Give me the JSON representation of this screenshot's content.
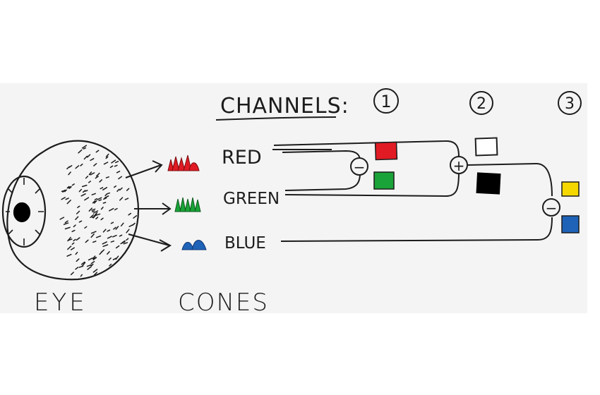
{
  "channels_heading": "CHANNELS:",
  "channel_numbers": [
    "1",
    "2",
    "3"
  ],
  "cone_labels": {
    "red": "RED",
    "green": "GREEN",
    "blue": "BLUE"
  },
  "bottom_labels": {
    "eye": "EYE",
    "cones": "CONES"
  },
  "operators": {
    "channel1": "−",
    "channel2": "+",
    "channel3": "−"
  },
  "colors": {
    "panel_background": "#f4f4f4",
    "ink": "#1c1c1c",
    "red": "#e01b24",
    "green": "#1aa338",
    "blue": "#1f63b8",
    "yellow": "#f5d800",
    "black": "#000000",
    "white": "#ffffff"
  },
  "icons": [
    "eyeball-icon",
    "red-cones-icon",
    "green-cones-icon",
    "blue-cones-icon",
    "arrow-icon"
  ]
}
